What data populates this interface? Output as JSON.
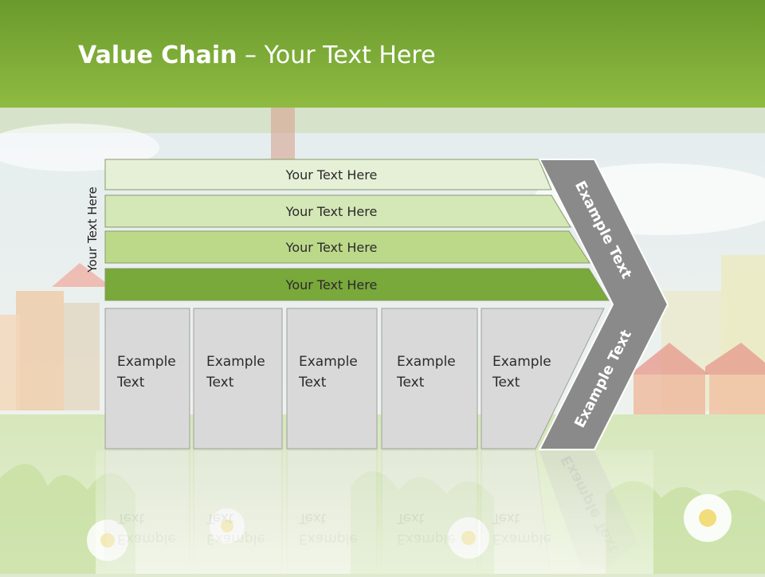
{
  "title": {
    "bold": "Value Chain",
    "rest": " – Your Text Here"
  },
  "side_label": "Your Text Here",
  "bands": [
    {
      "label": "Your Text Here",
      "color": "#e6f0d6"
    },
    {
      "label": "Your Text Here",
      "color": "#d4e7b6"
    },
    {
      "label": "Your Text Here",
      "color": "#bcd98a"
    },
    {
      "label": "Your Text Here",
      "color": "#79a83b"
    }
  ],
  "boxes": [
    {
      "line1": "Example",
      "line2": "Text"
    },
    {
      "line1": "Example",
      "line2": "Text"
    },
    {
      "line1": "Example",
      "line2": "Text"
    },
    {
      "line1": "Example",
      "line2": "Text"
    },
    {
      "line1": "Example",
      "line2": "Text"
    }
  ],
  "chevron": {
    "upper_text": "Example Text",
    "lower_text": "Example Text",
    "color": "#8a8a8a"
  },
  "colors": {
    "header": "#7fae38",
    "box": "#d9d9d9"
  }
}
